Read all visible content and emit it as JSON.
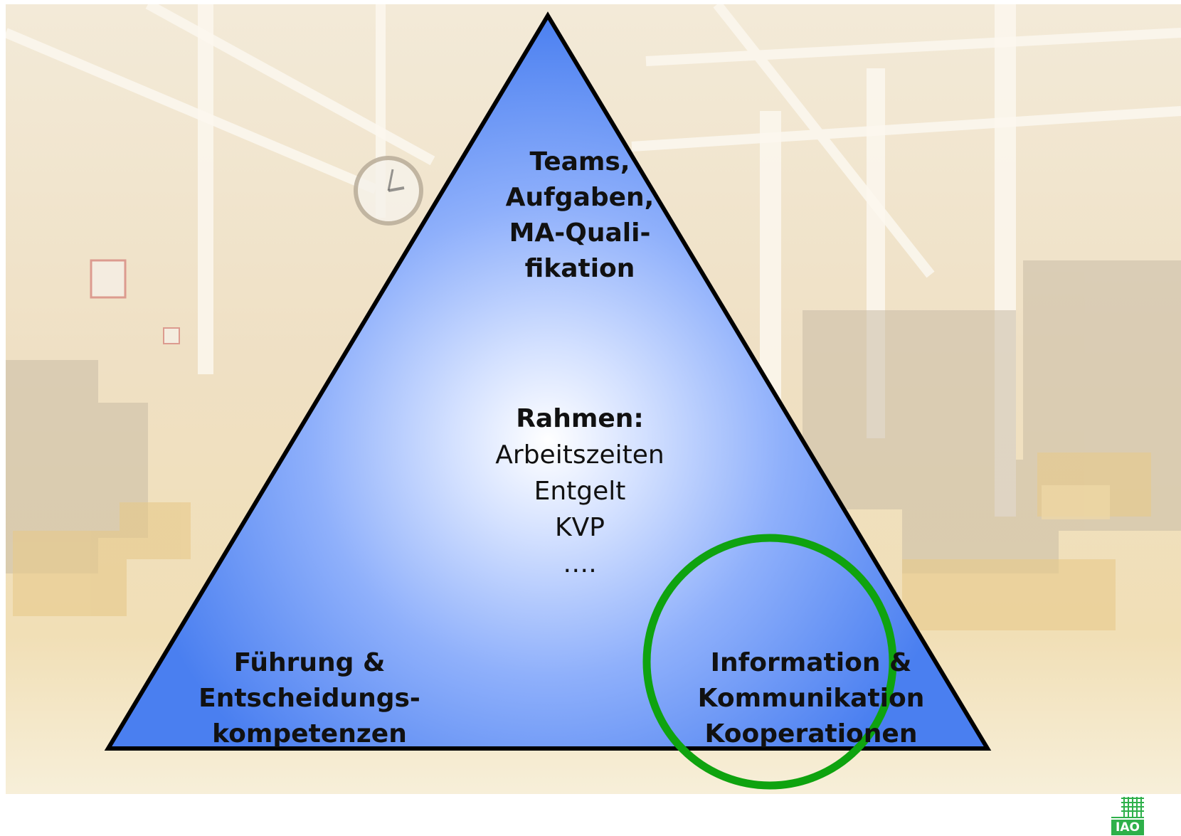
{
  "diagram": {
    "apex": [
      "Teams,",
      "Aufgaben,",
      "MA-Quali-",
      "fikation"
    ],
    "center": {
      "heading": "Rahmen:",
      "items": [
        "Arbeitszeiten",
        "Entgelt",
        "KVP",
        "…."
      ]
    },
    "bottom_left": [
      "Führung &",
      "Entscheidungs-",
      "kompetenzen"
    ],
    "bottom_right": [
      "Information &",
      "Kommunikation",
      "Kooperationen"
    ],
    "highlight": {
      "target": "bottom_right",
      "color": "#0fa30f"
    },
    "triangle_color": "#4a7ff0"
  },
  "logo": {
    "text": "IAO",
    "color": "#2eb04a"
  }
}
